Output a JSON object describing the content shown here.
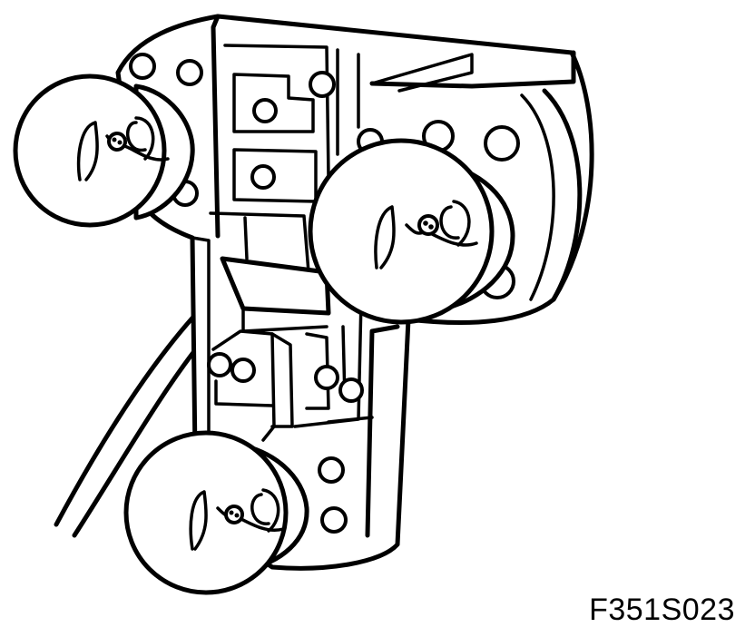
{
  "figure": {
    "code": "F351S023",
    "colors": {
      "line": "#000000",
      "background": "#ffffff"
    },
    "components": {
      "bulbs": [
        "bulb-upper-left",
        "bulb-middle-right",
        "bulb-bottom"
      ],
      "parts": [
        "bulb-holder-plate",
        "wiring-cable",
        "contact-tracks"
      ]
    }
  }
}
